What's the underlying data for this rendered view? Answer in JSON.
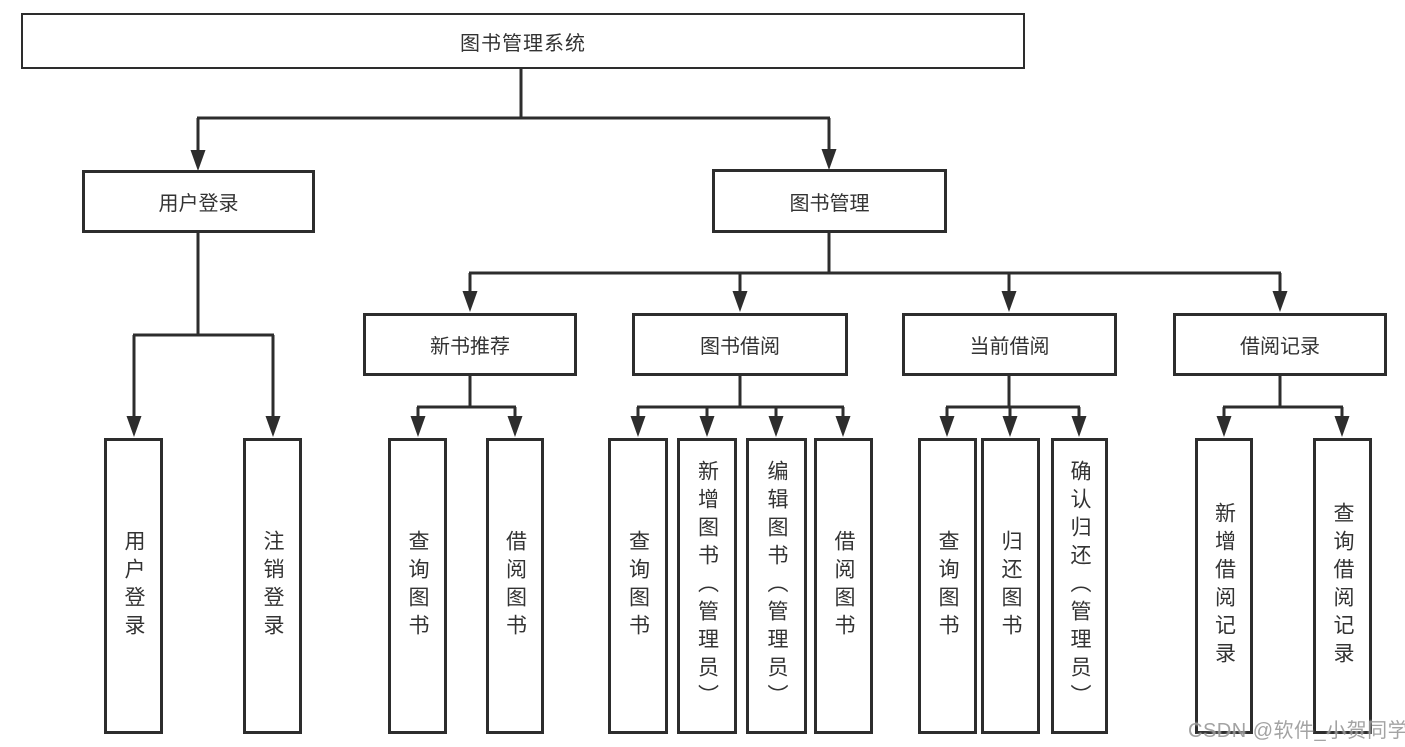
{
  "nodes": {
    "root": "图书管理系统",
    "user_login": "用户登录",
    "book_mgmt": "图书管理",
    "new_book_rec": "新书推荐",
    "book_borrow": "图书借阅",
    "current_borrow": "当前借阅",
    "borrow_records": "借阅记录",
    "login": "用户登录",
    "logout": "注销登录",
    "nbr_query_books": "查询图书",
    "nbr_borrow_books": "借阅图书",
    "bb_query_books": "查询图书",
    "bb_add_books": "新增图书（管理员）",
    "bb_edit_books": "编辑图书（管理员）",
    "bb_borrow_books": "借阅图书",
    "cb_query_books": "查询图书",
    "cb_return_books": "归还图书",
    "cb_confirm_return": "确认归还（管理员）",
    "br_add_record": "新增借阅记录",
    "br_query_record": "查询借阅记录"
  },
  "watermark": "CSDN @软件_小贺同学",
  "colors": {
    "line": "#2d2d2d",
    "box_border": "#2d2d2d",
    "box_fill": "#ffffff",
    "text": "#333333",
    "watermark": "#9a9a9a",
    "background": "#ffffff"
  }
}
